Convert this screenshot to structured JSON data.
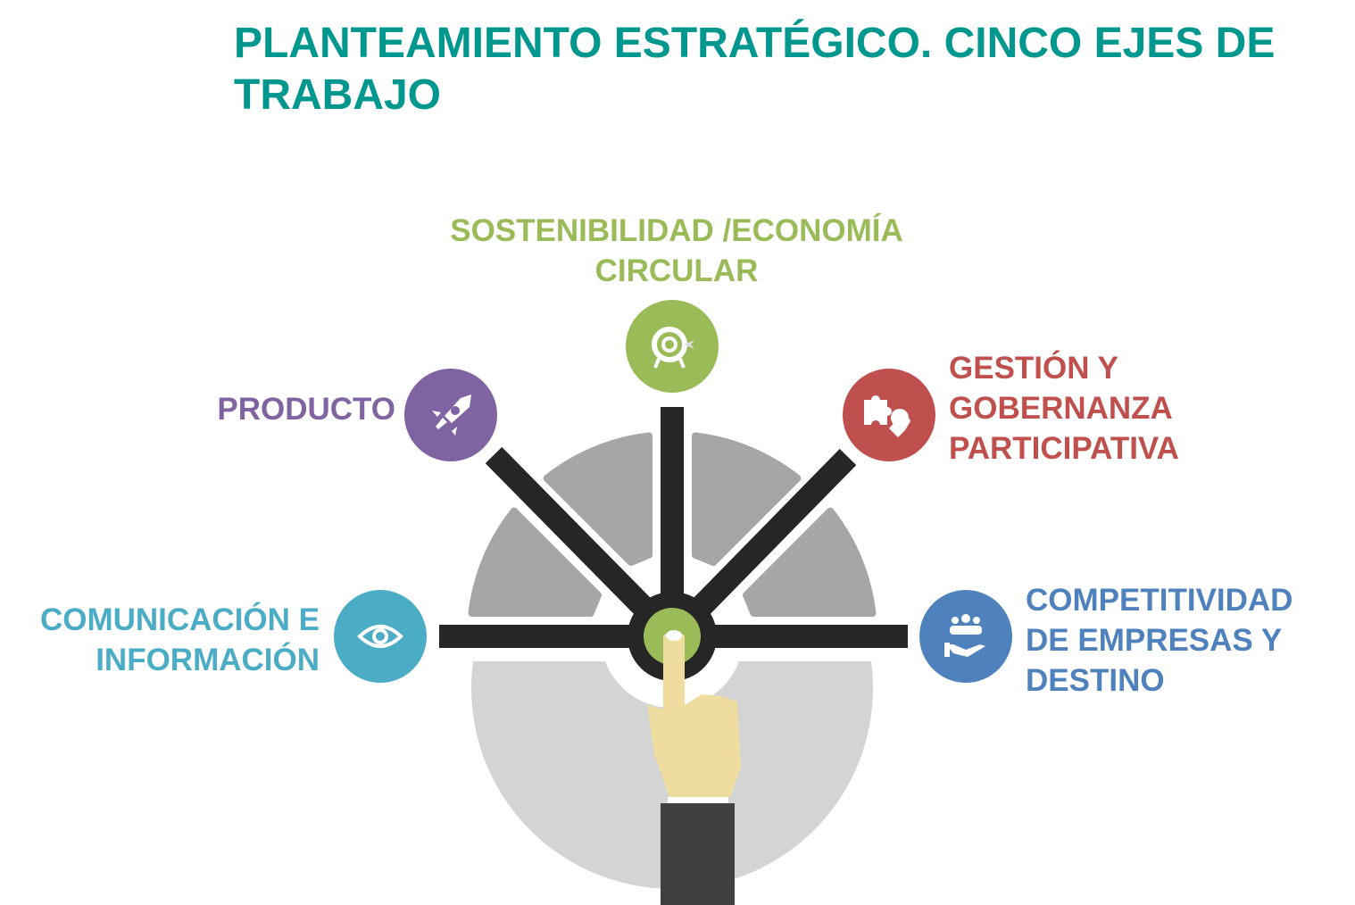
{
  "title": "PLANTEAMIENTO ESTRATÉGICO. CINCO EJES DE TRABAJO",
  "axes": [
    {
      "id": "sostenibilidad",
      "label": "SOSTENIBILIDAD /ECONOMÍA CIRCULAR",
      "color": "#9bbb59",
      "icon": "target-icon"
    },
    {
      "id": "producto",
      "label": "PRODUCTO",
      "color": "#8064a2",
      "icon": "rocket-icon"
    },
    {
      "id": "gestion",
      "label": "GESTIÓN Y GOBERNANZA PARTICIPATIVA",
      "color": "#c0504d",
      "icon": "puzzle-gear-icon"
    },
    {
      "id": "comunicacion",
      "label": "COMUNICACIÓN E INFORMACIÓN",
      "color": "#4bacc6",
      "icon": "eye-icon"
    },
    {
      "id": "competitividad",
      "label": "COMPETITIVIDAD DE EMPRESAS Y DESTINO",
      "color": "#4f81bd",
      "icon": "people-hand-icon"
    }
  ]
}
